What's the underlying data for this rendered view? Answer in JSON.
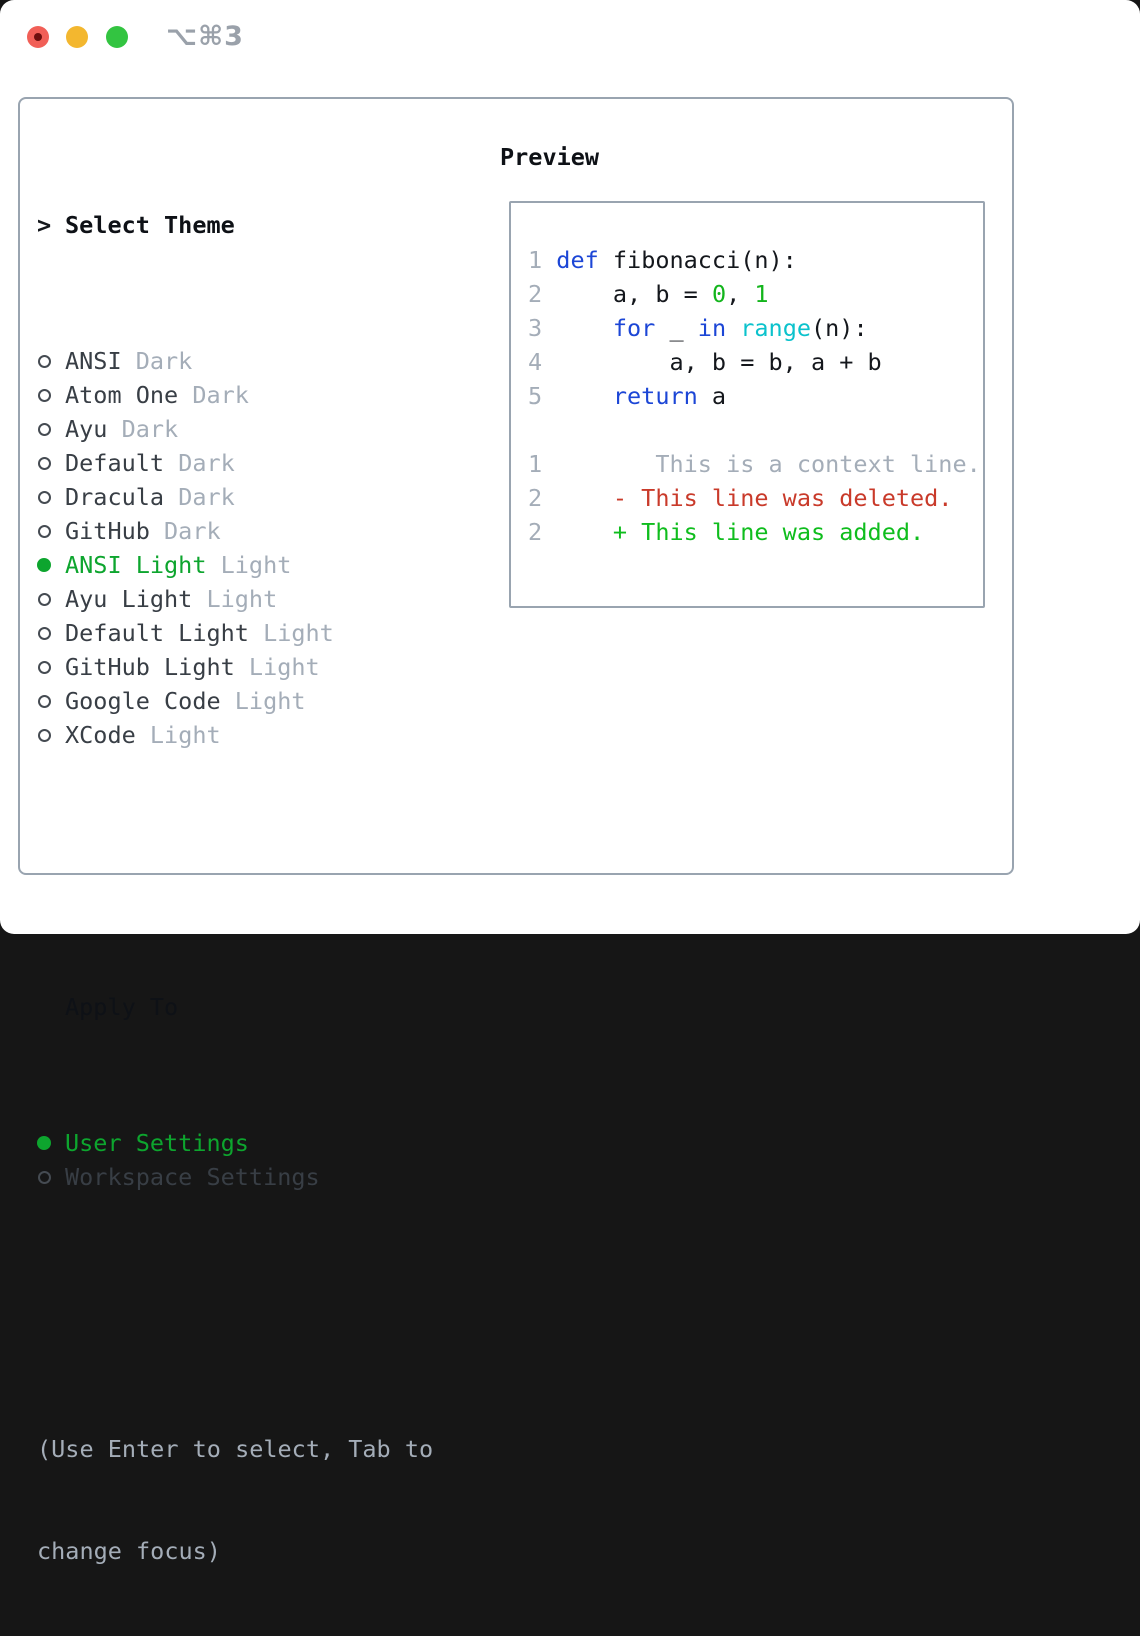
{
  "titlebar": {
    "shortcut": "⌥⌘3",
    "buttons": [
      "close",
      "minimize",
      "zoom"
    ]
  },
  "theme_list": {
    "header": {
      "prompt": ">",
      "label": "Select Theme"
    },
    "items": [
      {
        "label": "ANSI",
        "variant": " Dark",
        "selected": false
      },
      {
        "label": "Atom One",
        "variant": " Dark",
        "selected": false
      },
      {
        "label": "Ayu",
        "variant": " Dark",
        "selected": false
      },
      {
        "label": "Default",
        "variant": " Dark",
        "selected": false
      },
      {
        "label": "Dracula",
        "variant": " Dark",
        "selected": false
      },
      {
        "label": "GitHub",
        "variant": " Dark",
        "selected": false
      },
      {
        "label": "ANSI Light",
        "variant": " Light",
        "selected": true
      },
      {
        "label": "Ayu Light",
        "variant": " Light",
        "selected": false
      },
      {
        "label": "Default Light",
        "variant": " Light",
        "selected": false
      },
      {
        "label": "GitHub Light",
        "variant": " Light",
        "selected": false
      },
      {
        "label": "Google Code",
        "variant": " Light",
        "selected": false
      },
      {
        "label": "XCode",
        "variant": " Light",
        "selected": false
      }
    ]
  },
  "apply_to": {
    "header": "Apply To",
    "options": [
      {
        "label": "User Settings",
        "selected": true
      },
      {
        "label": "Workspace Settings",
        "selected": false
      }
    ]
  },
  "hint": {
    "line1": "(Use Enter to select, Tab to",
    "line2": "change focus)"
  },
  "preview": {
    "title": "Preview",
    "lines": [
      {
        "segments": [
          {
            "text": "1 ",
            "cls": "linenum"
          },
          {
            "text": "def",
            "cls": "keyword"
          },
          {
            "text": " fibonacci(n):",
            "cls": "code"
          }
        ]
      },
      {
        "segments": [
          {
            "text": "2 ",
            "cls": "linenum"
          },
          {
            "text": "    a, b = ",
            "cls": "code"
          },
          {
            "text": "0",
            "cls": "number"
          },
          {
            "text": ", ",
            "cls": "code"
          },
          {
            "text": "1",
            "cls": "number"
          }
        ]
      },
      {
        "segments": [
          {
            "text": "3 ",
            "cls": "linenum"
          },
          {
            "text": "    ",
            "cls": "code"
          },
          {
            "text": "for",
            "cls": "keyword"
          },
          {
            "text": " _ ",
            "cls": "code"
          },
          {
            "text": "in",
            "cls": "keyword"
          },
          {
            "text": " ",
            "cls": "code"
          },
          {
            "text": "range",
            "cls": "builtin"
          },
          {
            "text": "(n):",
            "cls": "code"
          }
        ]
      },
      {
        "segments": [
          {
            "text": "4 ",
            "cls": "linenum"
          },
          {
            "text": "        a, b = b, a + b",
            "cls": "code"
          }
        ]
      },
      {
        "segments": [
          {
            "text": "5 ",
            "cls": "linenum"
          },
          {
            "text": "    ",
            "cls": "code"
          },
          {
            "text": "return",
            "cls": "keyword"
          },
          {
            "text": " a",
            "cls": "code"
          }
        ]
      },
      {
        "segments": []
      },
      {
        "segments": [
          {
            "text": "1 ",
            "cls": "linenum"
          },
          {
            "text": "       This is a context line.",
            "cls": "context"
          }
        ]
      },
      {
        "segments": [
          {
            "text": "2 ",
            "cls": "linenum"
          },
          {
            "text": "    - This line was deleted.",
            "cls": "deleted"
          }
        ]
      },
      {
        "segments": [
          {
            "text": "2 ",
            "cls": "linenum"
          },
          {
            "text": "    + This line was added.",
            "cls": "added"
          }
        ]
      }
    ]
  },
  "colors": {
    "window_border": "#99a4b0",
    "muted_gray": "#a4adb8",
    "item_text": "#383e45",
    "header_text": "#0e1116",
    "select_green": "#0da52e",
    "keyword_blue": "#1c46d6",
    "number_green": "#13b51c",
    "builtin_cyan": "#0bc2cc",
    "deleted_red": "#c93a2a",
    "added_green": "#0fbd1d",
    "traffic_red": "#f15f57",
    "traffic_yellow": "#f3b72f",
    "traffic_green": "#33c441"
  }
}
